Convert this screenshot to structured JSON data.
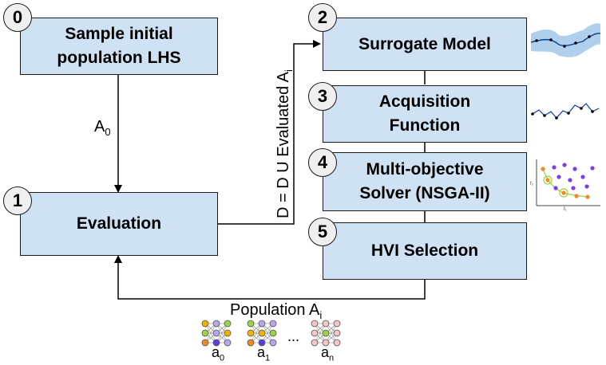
{
  "steps": [
    {
      "num": "0",
      "label": "Sample initial population LHS"
    },
    {
      "num": "1",
      "label": "Evaluation"
    },
    {
      "num": "2",
      "label": "Surrogate Model"
    },
    {
      "num": "3",
      "label": "Acquisition Function"
    },
    {
      "num": "4",
      "label": "Multi-objective Solver (NSGA-II)"
    },
    {
      "num": "5",
      "label": "HVI Selection"
    }
  ],
  "edges": {
    "a0_main": "A",
    "a0_sub": "0",
    "dataset_main": "D = D U Evaluated A",
    "dataset_sub": "i",
    "population_main": "Population A",
    "population_sub": "i"
  },
  "networks": {
    "labels": [
      "a",
      "a",
      "a"
    ],
    "subs": [
      "0",
      "1",
      "n"
    ],
    "ellipsis": "..."
  },
  "pareto_axes": {
    "x": "f₁",
    "y": "f₂"
  },
  "colors": {
    "box_fill": "#cfe2f3",
    "purple": "#7b3fe4",
    "orange": "#f08a24",
    "green": "#9ad24a",
    "pink": "#f3c6c6",
    "gp_band": "#6fa8dc"
  }
}
